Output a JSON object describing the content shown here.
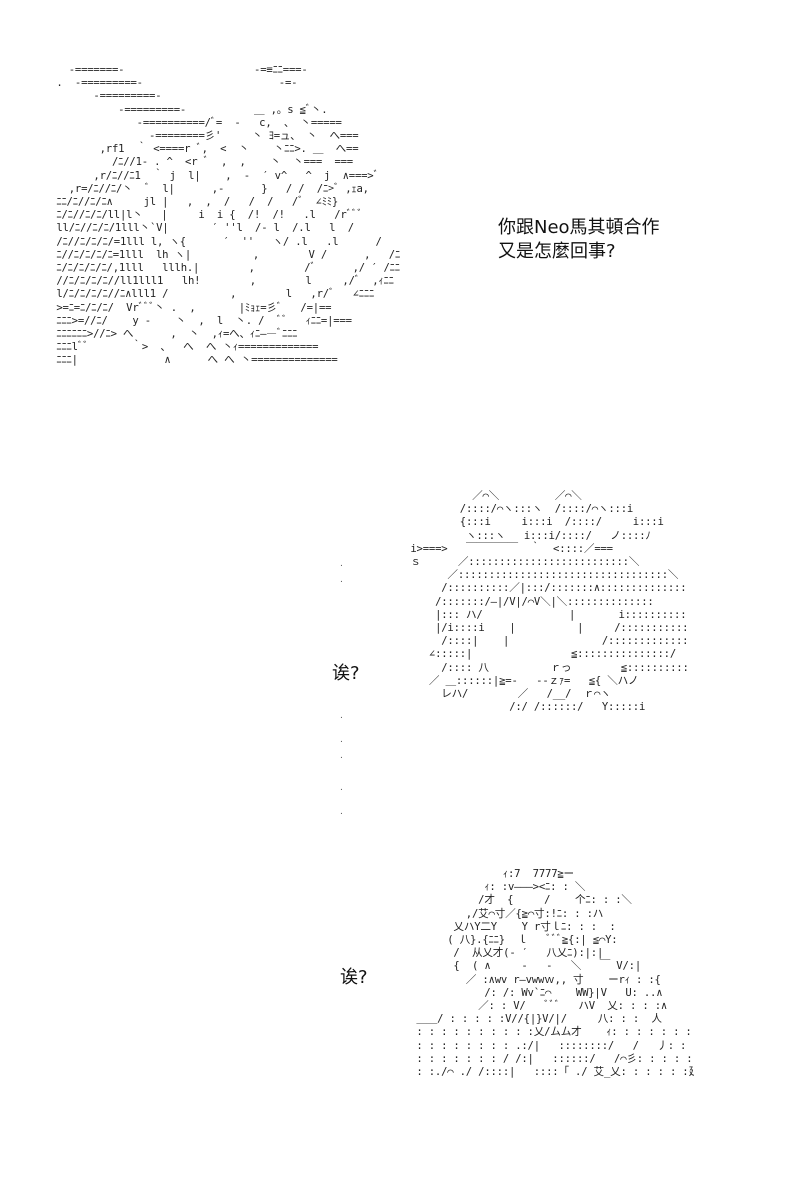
{
  "panel1": {
    "dialogue": [
      "你跟Neo馬其頓合作",
      "又是怎麼回事?"
    ],
    "art": [
      "    -=======-                     -=≡ﾆﾆ===-",
      "  .  -=========-                      -=-",
      "        -=========-",
      "            -=========-           ＿ ,。s ≦ﾞ丶.",
      "               -==========/ﾞ=  -   c,  、 丶=====",
      "                 -========彡'     丶 ﾖ=ュ、 丶  へ===",
      "         ,rf1  ｀ <====r ﾞ,  <  丶    丶ﾆﾆ>. ＿  へ==",
      "           /ﾆ//1- . ^  <r ﾞ  ,  ,    丶  丶===  ===",
      "        ,r/ﾆ//ﾆ1  ｀ j  l|    ,  -  ′ v^   ^  j  ∧===>ﾞ",
      "    ,r=/ﾆ//ﾆ/丶  ﾞ  l|      ,-      }   / /  /ﾆ>ﾞ ,ｪa,",
      "  ﾆﾆ/ﾆ//ﾆ/ﾆ∧     jl |   ,  ,  /   /  /   /ﾞ  ∠ﾐﾐ}",
      "  ﾆ/ﾆ//ﾆ/ﾆ/ll|l丶   |     i  i {  /!  /!   .l   /rﾞﾞﾞ",
      "  ll/ﾆ//ﾆ/ﾆ/1lll丶`V|       ′ ''l  /- l  /.l   l  /",
      "  /ﾆ//ﾆ/ﾆ/ﾆ/=1lll l, ヽ{      ′  ''   ヽ/ .l   .l      /",
      "  ﾆ//ﾆ/ﾆ/ﾆ/ﾆ=1lll  lh ヽ|          ,        V /      ,   /ﾆ",
      "  ﾆ/ﾆ/ﾆ/ﾆ/ﾆ/,1lll   lllh.|        ,        /ﾞ      ,/ ′ /ﾆﾆ",
      "  //ﾆ/ﾆ/ﾆ/ﾆ//ll1lll1   lh!        ,        l     ,/ﾞ  ,ｨﾆﾆ",
      "  l/ﾆ/ﾆ/ﾆ/ﾆ//ﾆ∧lll1 /          ,        l   ,r/ﾞ   ∠ﾆﾆﾆ",
      "  >=ﾆ=ﾆ/ﾆ/ﾆ/  Vrﾞﾞﾞ丶 .  ,       |ﾐｮｪ=彡ﾞ   /=|==",
      "  ﾆﾆﾆ>=//ﾆ/    y -    丶  ,  l  丶. /  ﾞﾞ   ｨﾆﾆ=|===",
      "  ﾆﾆﾆﾆﾆﾆ>//ﾆ> へ      ,  丶  ,ｨ=へ、ｨﾆ――ﾞﾆﾆﾆ",
      "  ﾆﾆﾆlﾞﾞ       ｀>  、  へ  へ 丶ｨ=============",
      "  ﾆﾆﾆ|              ∧      へ へ 丶=============="
    ]
  },
  "panel2": {
    "dialogue": "诶?",
    "art": [
      "            ／⌒＼         ／⌒＼",
      "          /::::/⌒ヽ:::ヽ  /::::/⌒ヽ:::i",
      "          {:::i     i:::i  /::::/     i:::i",
      "           ヽ:::ヽ   i:::i/::::/   ノ::::ﾉ",
      "  i>===>   ￣￣￣￣￣  ｀  <::::／===",
      "  ｓ      ／::::::::::::::::::::::::::＼",
      "        ／::::::::::::::::::::::::::::::::::＼",
      "       /::::::::::／|:::/:::::::∧:::::::::::::::::ヽ",
      "      /:::::::/―|/V|/⌒V＼|＼::::::::::::::",
      "      |::: ハ/              |       i:::::::::::::|",
      "      |/i::::i    |          |     /:::::::::::::|",
      "       /::::|    |               /:::::::::::::::|",
      "     ∠:::::|                ≦:::::::::::::::/",
      "       /:::: 八          ｒっ        ≦:::::::::::/",
      "     ／ ＿::::::|≧=-   --ｚｧ=   ≦{ ＼ハノ",
      "       レハ/        ／   /__/  ｒ⌒ヽ",
      "                  /:/ /::::::/   Y:::::i"
    ]
  },
  "panel3": {
    "dialogue": "诶?",
    "art": [
      "                ｨ:7  7777≧ー",
      "             ｨ: :v―――><ﾆ: : ＼",
      "            /才  {     /    个ﾆ: : :＼",
      "          ,/艾⌒寸／{≧⌒寸:!ﾆ: : :ハ",
      "        乂ハY二Y    Y r寸ｌﾆ: : :  :",
      "       ( 八}.{ﾆﾆ}  ｌ   ﾞﾞﾞ≧{:| ≦⌒Y:",
      "        /  从乂才(- ′   八乂ﾆ):|:|",
      "        {  ( ∧     -   -   ＼   ￣ V/:|",
      "          ／ :∧wv r―vwwｗ,, 寸    ーrｨ : :{",
      "             /: /: Wv`ﾆ⌒    WW}|V   U: ..∧",
      "            ／: : V/   ﾞﾞﾞ   ハV  乂: : : :∧",
      "  ＿＿/ : : : : :V//{|}V/|/     八: : :  人",
      "  : : : : : : : : : :乂/ムム才    ｨ: : : : : : :",
      "  : : : : : : : : .:/|   ::::::::/   /   丿: : : : :",
      "  : : : : : : : / /:|   ::::::/   /⌒彡: : : : : : :",
      "  : :./⌒ ./ /::::|   ::::「 ./ 艾_乂: : : : : :廴"
    ]
  }
}
